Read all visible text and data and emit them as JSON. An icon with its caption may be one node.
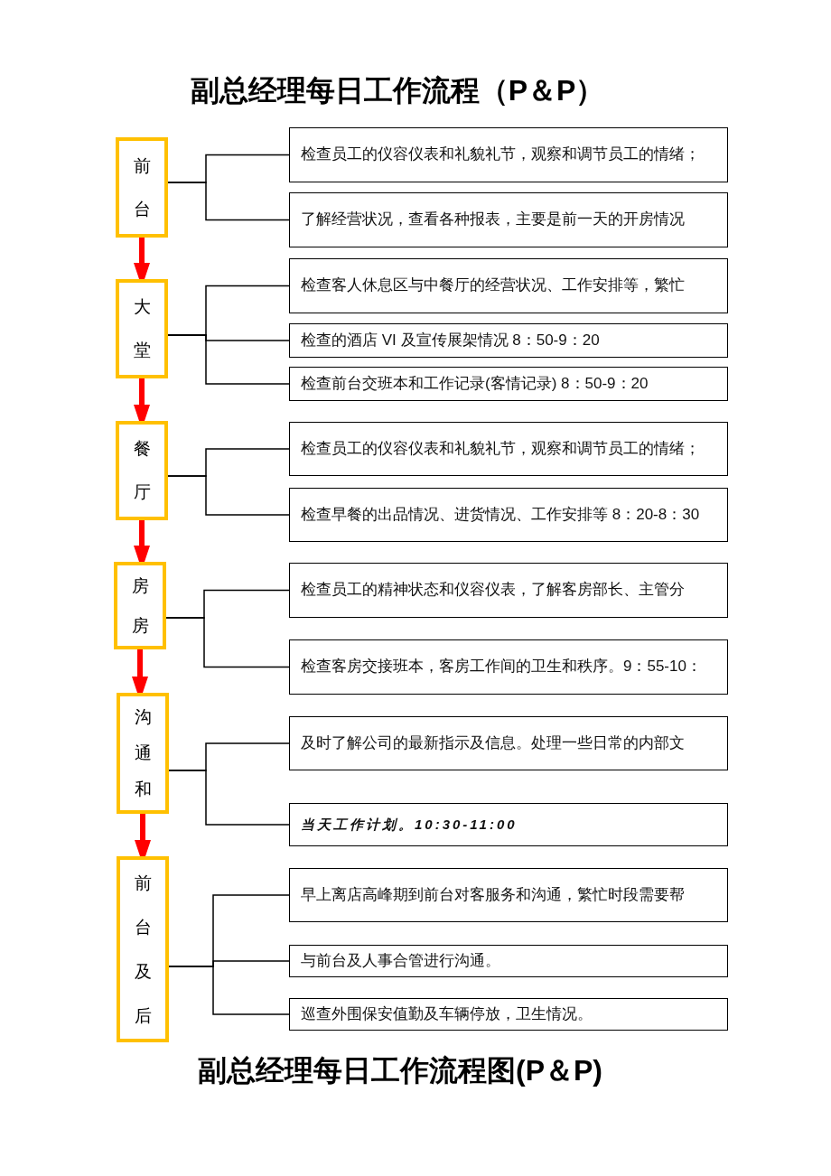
{
  "diagram": {
    "title": "副总经理每日工作流程（P＆P）",
    "nodes": [
      {
        "text": [
          "前台"
        ]
      },
      {
        "text": [
          "检查员工的仪容仪表和礼貌礼节，观察和调节员工的情绪；"
        ]
      },
      {
        "text": [
          "了解经营状况，查看各种报表，主要是前一天的开房情况"
        ]
      },
      {
        "text": [
          "大堂"
        ]
      },
      {
        "text": [
          "检查客人休息区与中餐厅的经营状况、工作安排等，繁忙"
        ]
      },
      {
        "text": [
          "检查的酒店 VI 及宣传展架情况 8：50-9：20"
        ]
      },
      {
        "text": [
          "检查前台交班本和工作记录(客情记录) 8：50-9：20"
        ]
      },
      {
        "text": [
          "餐厅"
        ]
      },
      {
        "text": [
          "检查员工的仪容仪表和礼貌礼节，观察和调节员工的情绪；"
        ]
      },
      {
        "text": [
          "检查早餐的出品情况、进货情况、工作安排等 8：20-8：30"
        ]
      },
      {
        "text": [
          "房房"
        ]
      },
      {
        "text": [
          "检查员工的精神状态和仪容仪表，了解客房部长、主管分"
        ]
      },
      {
        "text": [
          "检查客房交接班本，客房工作间的卫生和秩序。9：55-10："
        ]
      },
      {
        "text": [
          "沟通和"
        ]
      },
      {
        "text": [
          "及时了解公司的最新指示及信息。处理一些日常的内部文"
        ]
      },
      {
        "text": [
          "当天工作计划。10:30-11:00"
        ]
      },
      {
        "text": [
          "前台及后"
        ]
      },
      {
        "text": [
          "早上离店高峰期到前台对客服务和沟通，繁忙时段需要帮"
        ]
      },
      {
        "text": [
          "与前台及人事合管进行沟通。"
        ]
      },
      {
        "text": [
          "巡查外围保安值勤及车辆停放，卫生情况。"
        ]
      }
    ],
    "edges": [
      {
        "from": 0,
        "to": 1,
        "arrow": "none"
      },
      {
        "from": 0,
        "to": 2,
        "arrow": "none"
      },
      {
        "from": 0,
        "to": 3,
        "arrow": "to",
        "style": "thick",
        "color": "#ff0000"
      },
      {
        "from": 3,
        "to": 4,
        "arrow": "none"
      },
      {
        "from": 3,
        "to": 5,
        "arrow": "none"
      },
      {
        "from": 3,
        "to": 6,
        "arrow": "none"
      },
      {
        "from": 3,
        "to": 7,
        "arrow": "to",
        "style": "thick",
        "color": "#ff0000"
      },
      {
        "from": 7,
        "to": 8,
        "arrow": "none"
      },
      {
        "from": 7,
        "to": 9,
        "arrow": "none"
      },
      {
        "from": 7,
        "to": 10,
        "arrow": "to",
        "style": "thick",
        "color": "#ff0000"
      },
      {
        "from": 10,
        "to": 11,
        "arrow": "none"
      },
      {
        "from": 10,
        "to": 12,
        "arrow": "none"
      },
      {
        "from": 10,
        "to": 13,
        "arrow": "to",
        "style": "thick",
        "color": "#ff0000"
      },
      {
        "from": 13,
        "to": 14,
        "arrow": "none"
      },
      {
        "from": 13,
        "to": 15,
        "arrow": "none"
      },
      {
        "from": 13,
        "to": 16,
        "arrow": "to",
        "style": "thick",
        "color": "#ff0000"
      },
      {
        "from": 16,
        "to": 17,
        "arrow": "none"
      },
      {
        "from": 16,
        "to": 18,
        "arrow": "none"
      },
      {
        "from": 16,
        "to": 19,
        "arrow": "none"
      }
    ],
    "caption": "副总经理每日工作流程图(P＆P)"
  }
}
